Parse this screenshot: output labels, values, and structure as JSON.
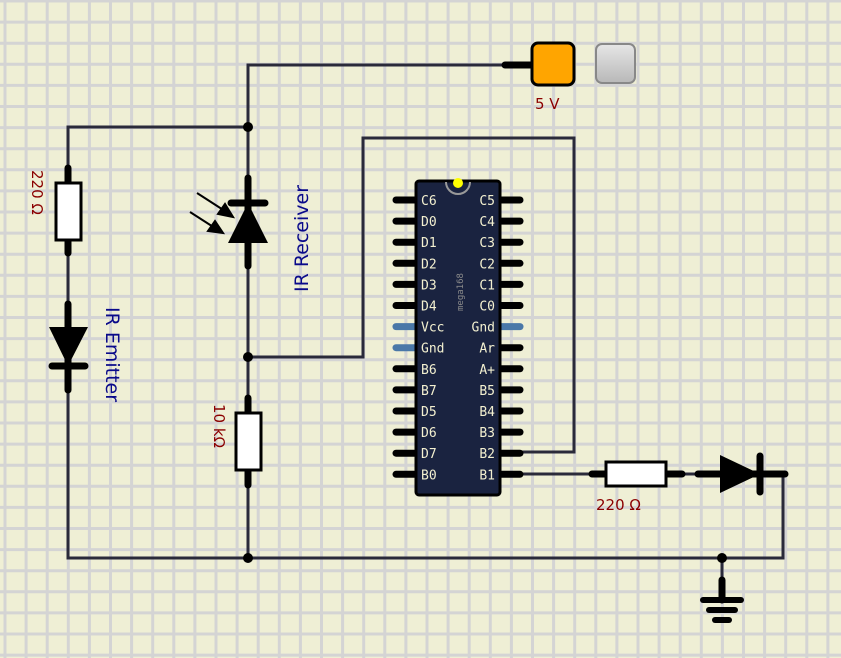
{
  "canvas": {
    "background": "#efefd5",
    "grid_color": "#d4d4d4",
    "wire_color": "#2a2a3a"
  },
  "power": {
    "label": "5 V",
    "switch_state": "on",
    "on_color": "#ffa500",
    "off_color": "#cfcfcf"
  },
  "components": {
    "r_emitter": {
      "label": "220 Ω"
    },
    "ir_emitter": {
      "label": "IR Emitter"
    },
    "ir_receiver": {
      "label": "IR Receiver"
    },
    "r_pulldown": {
      "label": "10 kΩ"
    },
    "r_led": {
      "label": "220 Ω"
    }
  },
  "chip": {
    "name": "mega168",
    "body_color": "#1a2340",
    "left_pins": [
      "C6",
      "D0",
      "D1",
      "D2",
      "D3",
      "D4",
      "Vcc",
      "Gnd",
      "B6",
      "B7",
      "D5",
      "D6",
      "D7",
      "B0"
    ],
    "right_pins": [
      "C5",
      "C4",
      "C3",
      "C2",
      "C1",
      "C0",
      "Gnd",
      "Ar",
      "A+",
      "B5",
      "B4",
      "B3",
      "B2",
      "B1"
    ],
    "power_pin_color": "#4a78a8",
    "indicator_color": "#ffff00"
  }
}
